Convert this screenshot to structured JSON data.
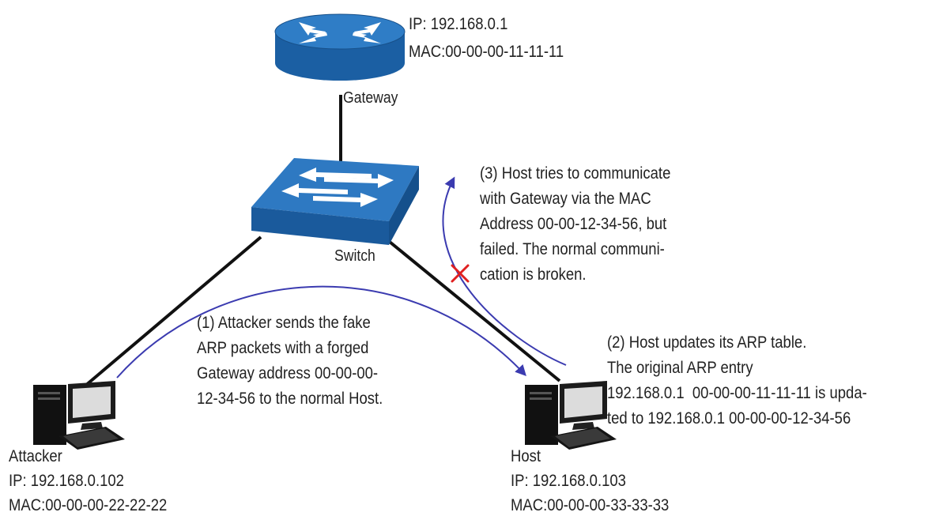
{
  "colors": {
    "router_top": "#2f7dc6",
    "router_side": "#1b5fa3",
    "switch_top": "#2e79c2",
    "switch_side": "#1a5a9c",
    "arrow": "#3b3bb0",
    "cross": "#e02020",
    "link": "#111111"
  },
  "icons": {
    "gateway": "router-icon",
    "switch": "switch-icon",
    "attacker": "desktop-computer-icon",
    "host": "desktop-computer-icon"
  },
  "gateway": {
    "label": "Gateway",
    "ip": "IP: 192.168.0.1",
    "mac": "MAC:00-00-00-11-11-11"
  },
  "switch": {
    "label": "Switch"
  },
  "attacker": {
    "label": "Attacker",
    "ip": "IP: 192.168.0.102",
    "mac": "MAC:00-00-00-22-22-22"
  },
  "host": {
    "label": "Host",
    "ip": "IP: 192.168.0.103",
    "mac": "MAC:00-00-00-33-33-33"
  },
  "step1": {
    "lines": [
      "(1) Attacker sends the fake",
      "ARP packets with a forged",
      "Gateway address 00-00-00-",
      "12-34-56 to the normal Host."
    ]
  },
  "step2": {
    "lines": [
      "(2) Host updates its ARP table.",
      "The original ARP entry",
      "192.168.0.1  00-00-00-11-11-11 is upda-",
      "ted to 192.168.0.1 00-00-00-12-34-56"
    ]
  },
  "step3": {
    "lines": [
      "(3) Host tries to communicate",
      "with Gateway via the MAC",
      "Address 00-00-12-34-56, but",
      "failed. The normal communi-",
      "cation is broken."
    ]
  }
}
